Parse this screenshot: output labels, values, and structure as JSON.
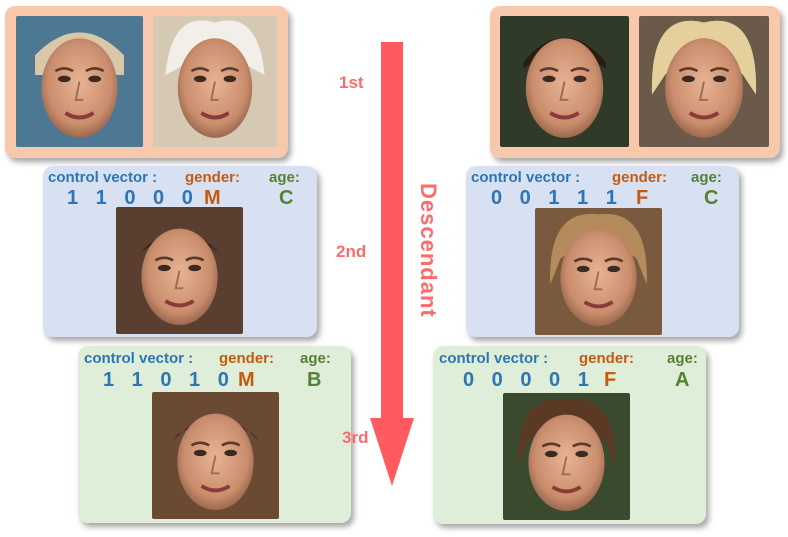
{
  "generations": [
    "1st",
    "2nd",
    "3rd"
  ],
  "arrow_label": "Descendant",
  "field_labels": {
    "control_vector": "control vector :",
    "gender": "gender:",
    "age": "age:"
  },
  "families": [
    {
      "parents": [
        "face-photo-man-older",
        "face-photo-woman-older"
      ],
      "children": [
        {
          "control_vector": "1 1 0 0 0",
          "gender": "M",
          "age": "C"
        },
        {
          "control_vector": "1 1 0 1 0",
          "gender": "M",
          "age": "B"
        }
      ]
    },
    {
      "parents": [
        "face-photo-man-adult",
        "face-photo-woman-adult"
      ],
      "children": [
        {
          "control_vector": "0 0 1 1 1",
          "gender": "F",
          "age": "C"
        },
        {
          "control_vector": "0 0 0 0 1",
          "gender": "F",
          "age": "A"
        }
      ]
    }
  ],
  "colors": {
    "parent_panel": "#f7c8ac",
    "second_gen_panel": "#d7e1f2",
    "third_gen_panel": "#dfeed8",
    "arrow": "#ff5a5f",
    "control_vector_text": "#2e75b6",
    "gender_text": "#c55a11",
    "age_text": "#548235"
  }
}
